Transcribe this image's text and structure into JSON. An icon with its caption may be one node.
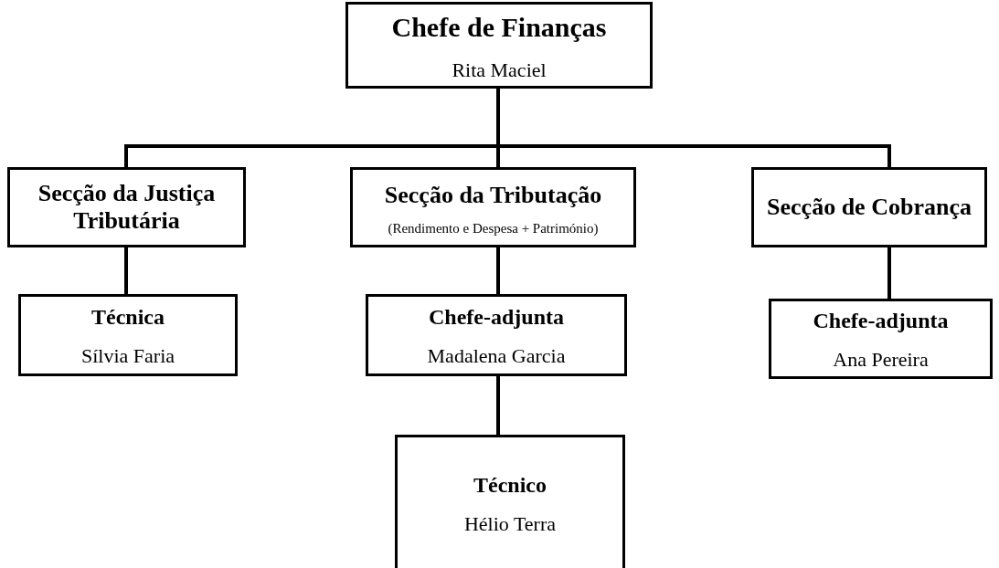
{
  "diagram": {
    "nodes": [
      {
        "text": [
          "Chefe de Finanças",
          "Rita Maciel"
        ]
      },
      {
        "text": [
          "Secção da Justiça Tributária"
        ]
      },
      {
        "text": [
          "Secção da Tributação",
          "(Rendimento e Despesa + Património)"
        ]
      },
      {
        "text": [
          "Secção de Cobrança"
        ]
      },
      {
        "text": [
          "Técnica",
          "Sílvia Faria"
        ]
      },
      {
        "text": [
          "Chefe-adjunta",
          "Madalena Garcia"
        ]
      },
      {
        "text": [
          "Chefe-adjunta",
          "Ana Pereira"
        ]
      },
      {
        "text": [
          "Técnico",
          "Hélio Terra"
        ]
      }
    ],
    "edges": [
      {
        "from": 0,
        "to": 1,
        "arrow": "none"
      },
      {
        "from": 0,
        "to": 2,
        "arrow": "none"
      },
      {
        "from": 0,
        "to": 3,
        "arrow": "none"
      },
      {
        "from": 1,
        "to": 4,
        "arrow": "none"
      },
      {
        "from": 2,
        "to": 5,
        "arrow": "none"
      },
      {
        "from": 3,
        "to": 6,
        "arrow": "none"
      },
      {
        "from": 5,
        "to": 7,
        "arrow": "none"
      }
    ]
  }
}
